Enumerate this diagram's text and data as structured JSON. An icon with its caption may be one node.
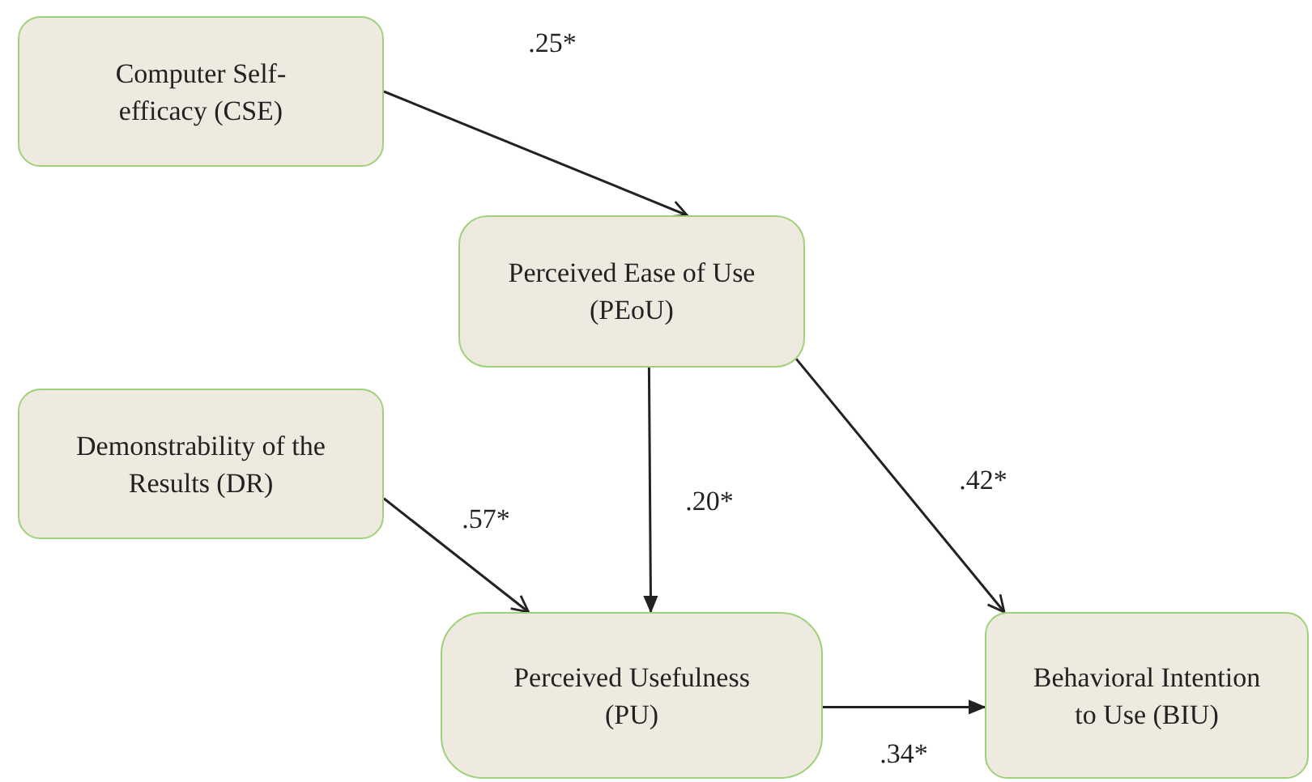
{
  "diagram": {
    "nodes": [
      {
        "text": [
          "Computer Self-efficacy (CSE)"
        ]
      },
      {
        "text": [
          "Perceived Ease of Use (PEoU)"
        ]
      },
      {
        "text": [
          "Demonstrability of the Results (DR)"
        ]
      },
      {
        "text": [
          "Perceived Usefulness (PU)"
        ]
      },
      {
        "text": [
          "Behavioral Intention to Use (BIU)"
        ]
      }
    ],
    "edges": [
      {
        "from": 0,
        "to": 1,
        "arrow": "to",
        "label": ".25*"
      },
      {
        "from": 2,
        "to": 3,
        "arrow": "to",
        "label": ".57*"
      },
      {
        "from": 1,
        "to": 3,
        "arrow": "to",
        "label": ".20*"
      },
      {
        "from": 1,
        "to": 4,
        "arrow": "to",
        "label": ".42*"
      },
      {
        "from": 3,
        "to": 4,
        "arrow": "to",
        "label": ".34*"
      }
    ]
  }
}
